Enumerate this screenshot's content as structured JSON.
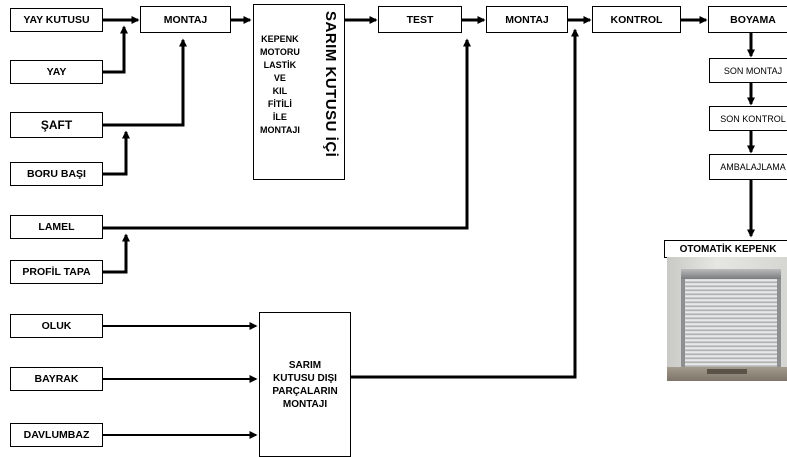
{
  "inputs": {
    "yay_kutusu": "YAY KUTUSU",
    "yay": "YAY",
    "saft": "ŞAFT",
    "boru_basi": "BORU BAŞI",
    "lamel": "LAMEL",
    "profil_tapa": "PROFİL TAPA",
    "oluk": "OLUK",
    "bayrak": "BAYRAK",
    "davlumbaz": "DAVLUMBAZ"
  },
  "steps": {
    "montaj_1": "MONTAJ",
    "test": "TEST",
    "montaj_2": "MONTAJ",
    "kontrol": "KONTROL",
    "boyama": "BOYAMA",
    "son_montaj": "SON MONTAJ",
    "son_kontrol": "SON KONTROL",
    "ambalajlama": "AMBALAJLAMA"
  },
  "sarim_ici": {
    "title": "SARIM KUTUSU İÇİ",
    "lines": [
      "KEPENK",
      "MOTORU",
      "LASTİK",
      "VE",
      "KIL",
      "FİTİLİ",
      "İLE",
      "MONTAJI"
    ]
  },
  "sarim_disi": {
    "lines": [
      "SARIM",
      "KUTUSU DIŞI",
      "PARÇALARIN",
      "MONTAJI"
    ]
  },
  "product": {
    "label": "OTOMATİK KEPENK"
  }
}
